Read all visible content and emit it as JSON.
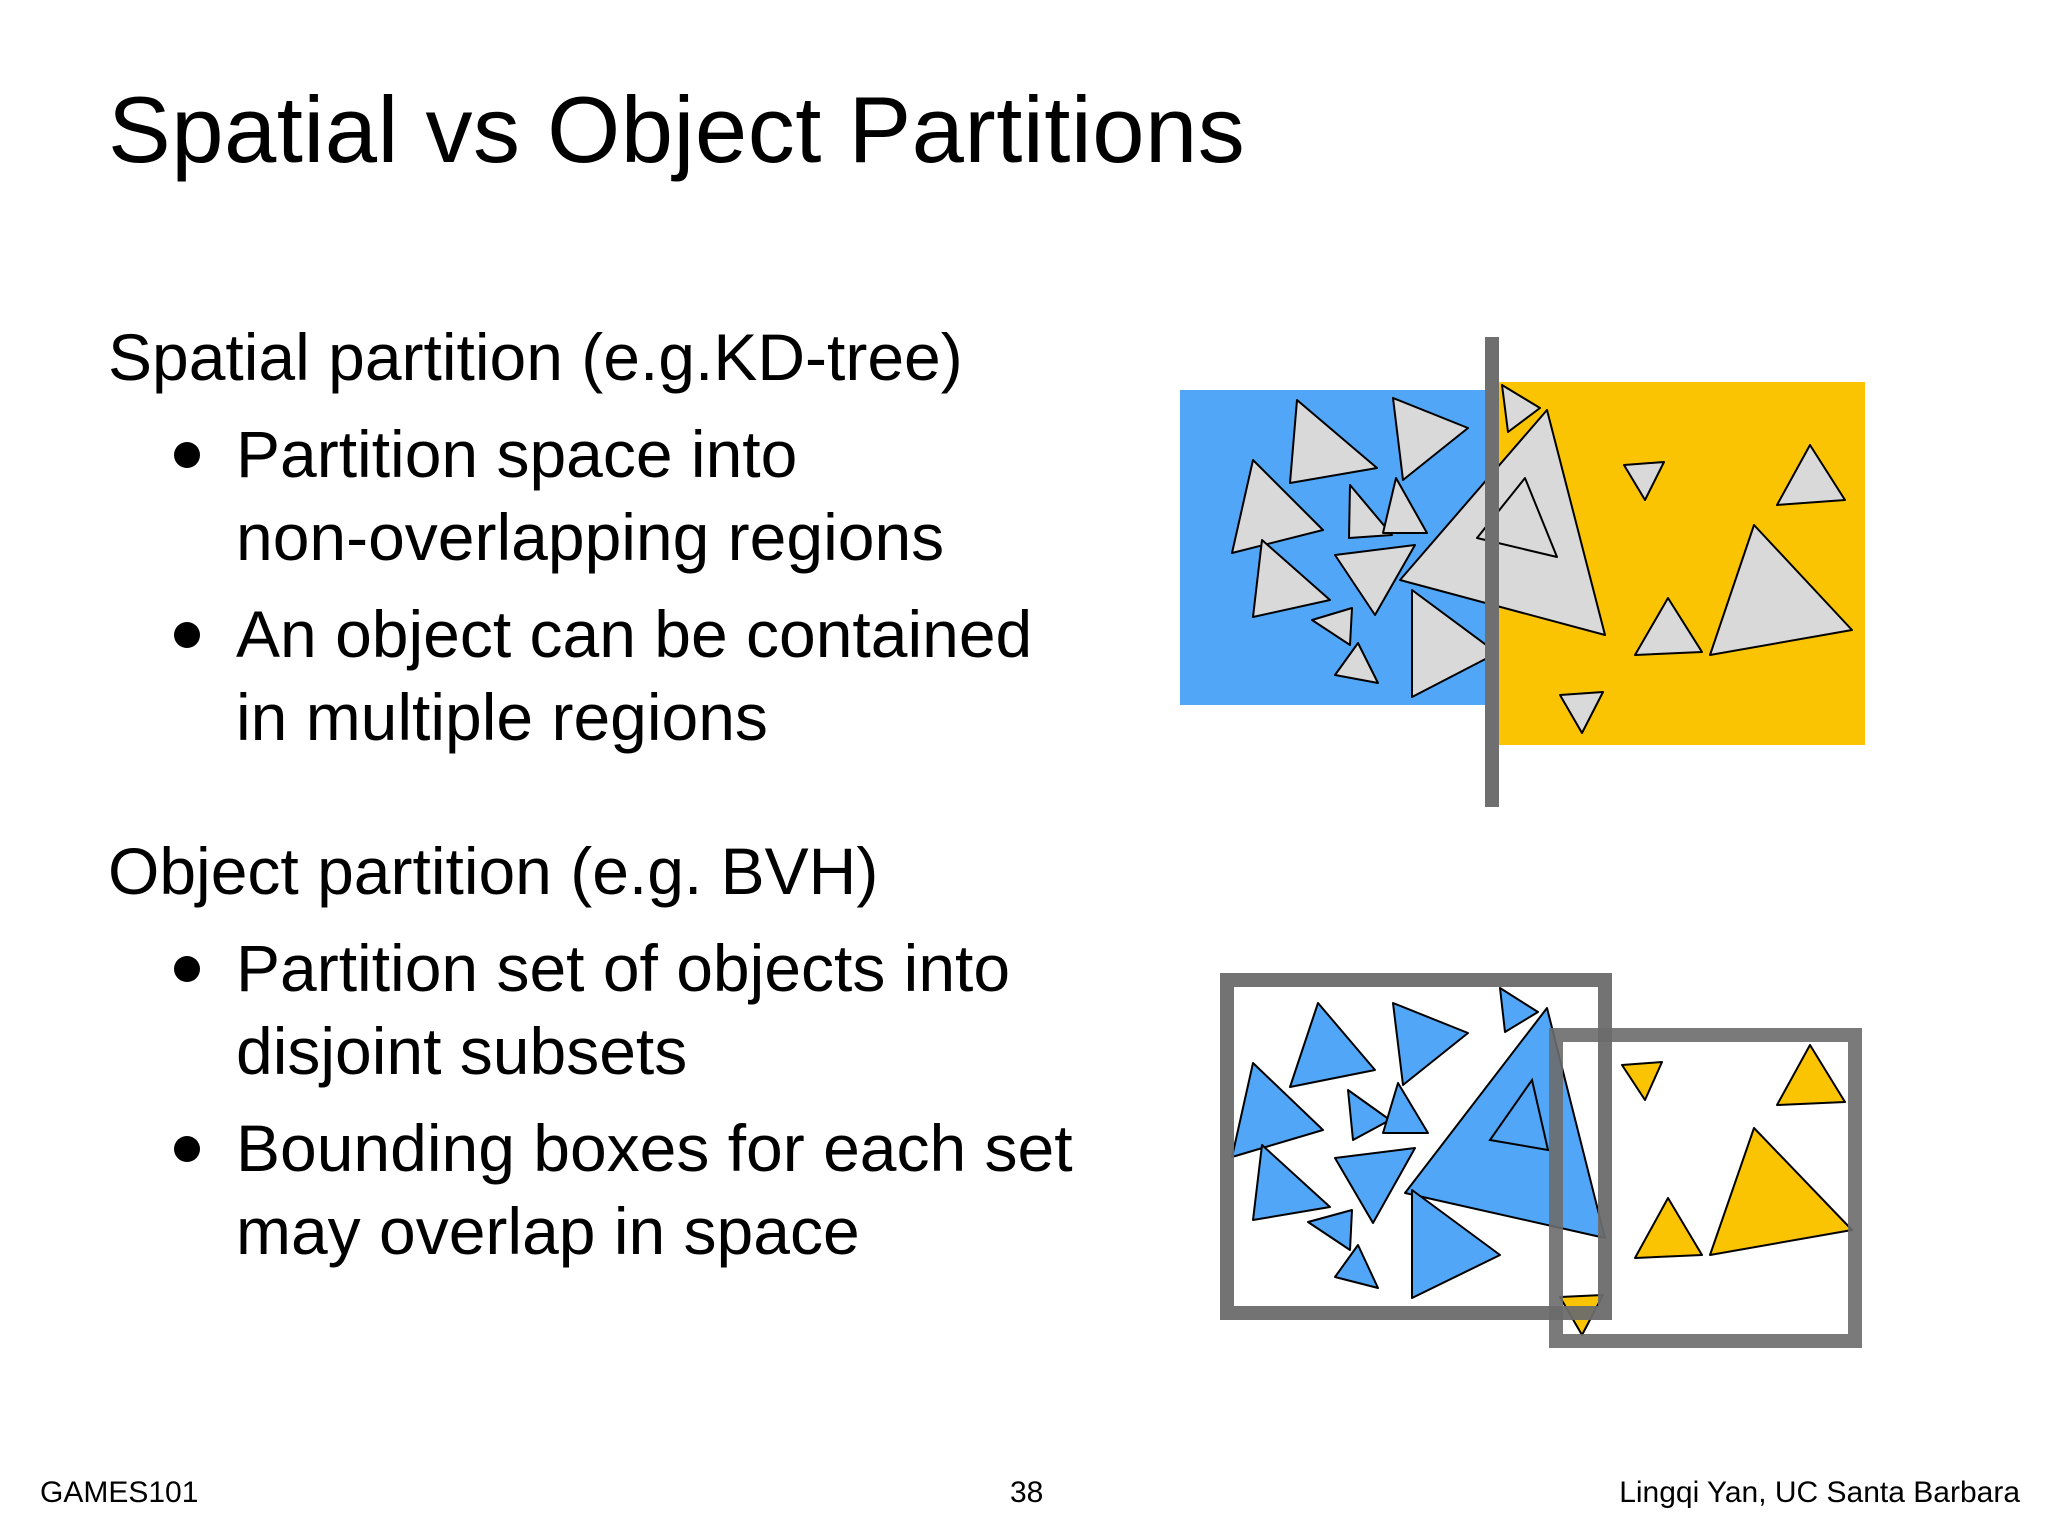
{
  "slide": {
    "title": "Spatial vs Object Partitions",
    "sections": [
      {
        "heading": "Spatial partition (e.g.KD-tree)",
        "bullets": [
          {
            "line1": "Partition space into",
            "line2": "non-overlapping regions"
          },
          {
            "line1": "An object can be contained",
            "line2": "in multiple regions"
          }
        ]
      },
      {
        "heading": "Object partition (e.g. BVH)",
        "bullets": [
          {
            "line1": "Partition set of objects into",
            "line2": "disjoint subsets"
          },
          {
            "line1": "Bounding boxes for each set",
            "line2": "may overlap in space"
          }
        ]
      }
    ],
    "footer": {
      "left": "GAMES101",
      "page_number": "38",
      "right": "Lingqi Yan, UC Santa Barbara"
    }
  },
  "colors": {
    "blue_region": "#52a6f7",
    "yellow_region": "#fbc402",
    "triangle_gray": "#d9d9d9",
    "split_line": "#6f6f6f",
    "bbox_stroke": "#6c6c6c"
  }
}
